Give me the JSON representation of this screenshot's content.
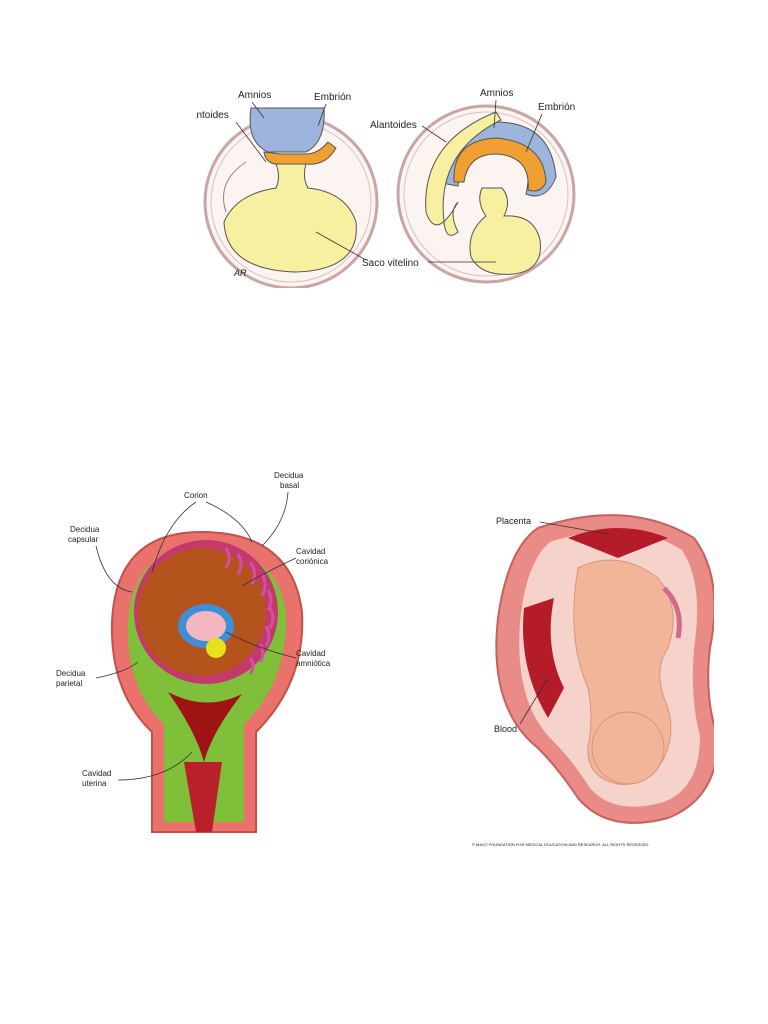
{
  "figure_1": {
    "labels": {
      "amnios_left": "Amnios",
      "embrion_left": "Embrión",
      "alantoides_left": "Alantoides",
      "amnios_right": "Amnios",
      "embrion_right": "Embrión",
      "alantoides_right": "Alantoides",
      "saco_vitelino": "Saco vitelino",
      "signature": "AR"
    },
    "colors": {
      "amnios": "#9db4dd",
      "embrion": "#f0a030",
      "saco": "#f7f0a0",
      "outline": "#c9a5a5"
    }
  },
  "figure_2": {
    "labels": {
      "decidua_basal_1": "Decidua",
      "decidua_basal_2": "basal",
      "corion": "Corion",
      "decidua_capsular_1": "Decidua",
      "decidua_capsular_2": "capsular",
      "cavidad_corionica_1": "Cavidad",
      "cavidad_corionica_2": "coriónica",
      "cavidad_amniotica_1": "Cavidad",
      "cavidad_amniotica_2": "amniótica",
      "decidua_parietal_1": "Decidua",
      "decidua_parietal_2": "parietal",
      "cavidad_uterina_1": "Cavidad",
      "cavidad_uterina_2": "uterina"
    },
    "colors": {
      "uterus": "#e9736c",
      "decidua": "#7fbf3a",
      "chorion": "#b5531c",
      "villi": "#d24fa8"
    }
  },
  "figure_3": {
    "labels": {
      "placenta": "Placenta",
      "blood": "Blood",
      "copyright": "© MAYO FOUNDATION FOR MEDICAL EDUCATION AND RESEARCH. ALL RIGHTS RESERVED."
    },
    "colors": {
      "wall": "#e98b86",
      "fetus": "#f2b59a",
      "blood": "#b51c2a"
    }
  }
}
